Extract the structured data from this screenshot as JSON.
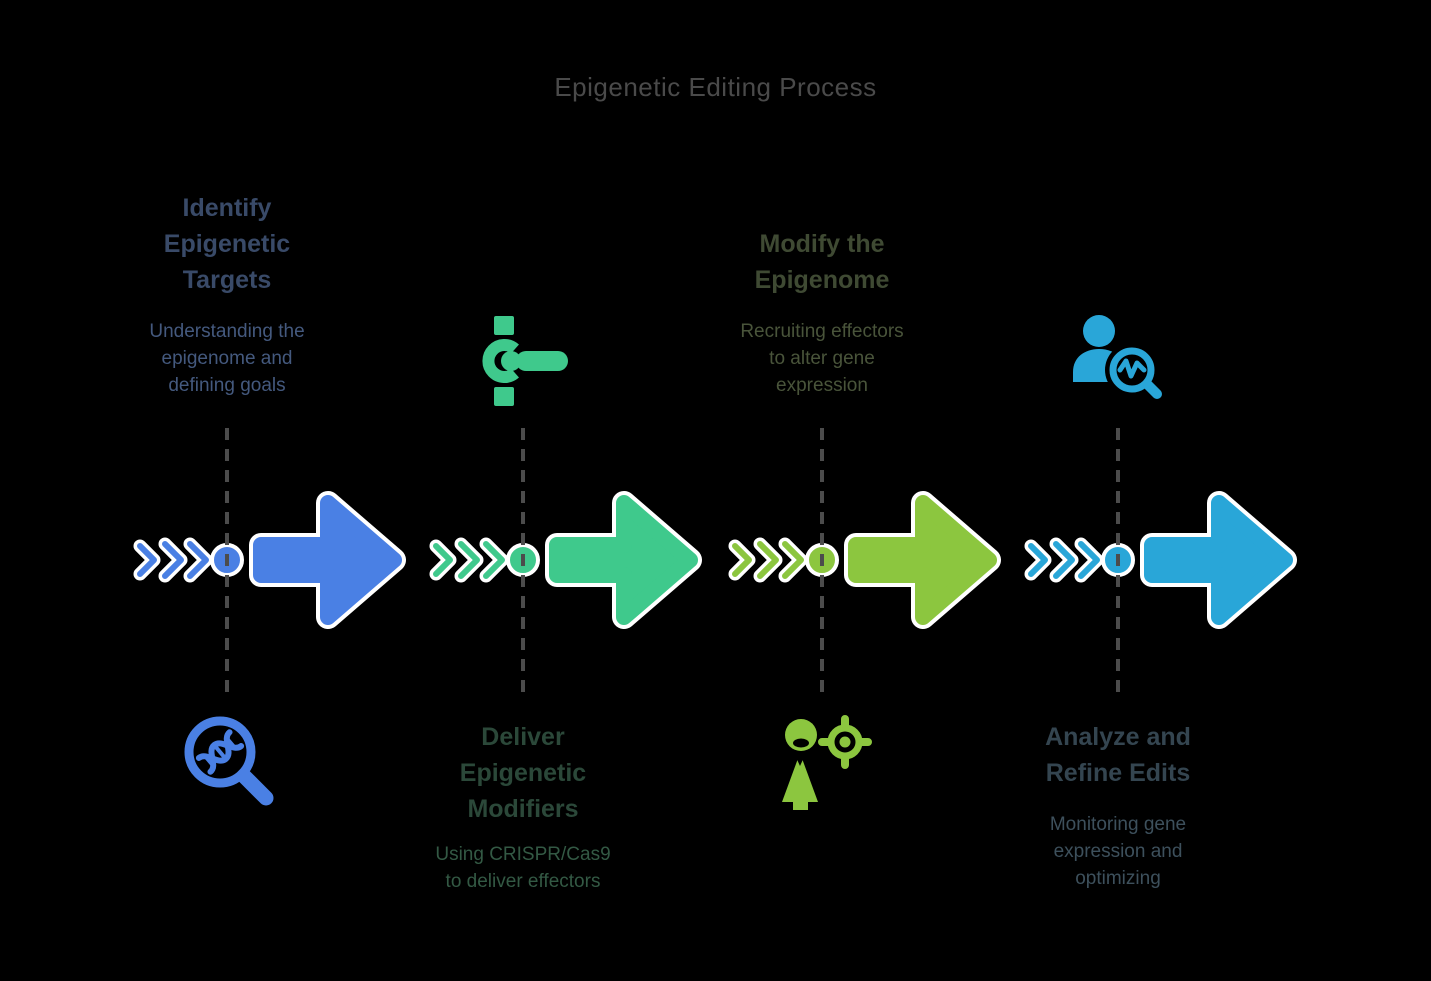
{
  "title": {
    "text": "Epigenetic Editing Process",
    "color": "#4a4a4a"
  },
  "background_color": "#000000",
  "connector": {
    "dash_color": "#4c4c4c",
    "outline_color": "#ffffff"
  },
  "steps": [
    {
      "name": "identify-epigenetic-targets",
      "heading": "Identify\nEpigenetic\nTargets",
      "description": "Understanding the\nepigenome and\ndefining goals",
      "heading_color": "#394a68",
      "description_color": "#44597e",
      "accent_color": "#4a80e4",
      "icon": "magnifier-dna-icon"
    },
    {
      "name": "deliver-epigenetic-modifiers",
      "heading": "Deliver\nEpigenetic\nModifiers",
      "description": "Using CRISPR/Cas9\nto deliver effectors",
      "heading_color": "#2b4839",
      "description_color": "#335944",
      "accent_color": "#3fc98c",
      "icon": "delivery-handle-icon"
    },
    {
      "name": "modify-the-epigenome",
      "heading": "Modify the\nEpigenome",
      "description": "Recruiting effectors\nto alter gene\nexpression",
      "heading_color": "#3f4a33",
      "description_color": "#49543a",
      "accent_color": "#8cc63f",
      "icon": "person-crosshair-icon"
    },
    {
      "name": "analyze-and-refine-edits",
      "heading": "Analyze and\nRefine Edits",
      "description": "Monitoring gene\nexpression and\noptimizing",
      "heading_color": "#344550",
      "description_color": "#3d505c",
      "accent_color": "#29a6d8",
      "icon": "person-analytics-magnifier-icon"
    }
  ]
}
